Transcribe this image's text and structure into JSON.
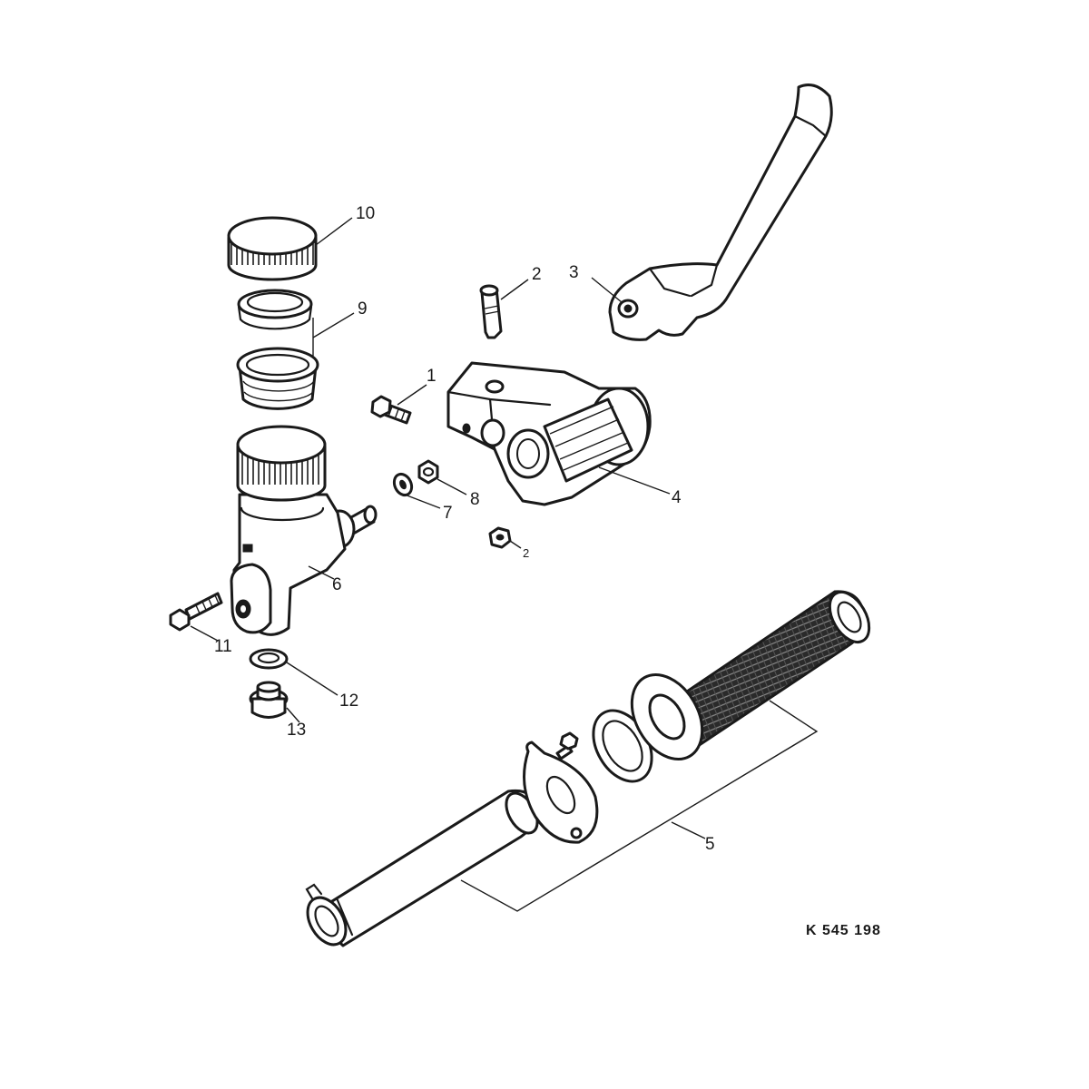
{
  "diagram": {
    "reference_code": "K 545 198",
    "labels": {
      "p1": "1",
      "p2": "2",
      "p2b": "2",
      "p3": "3",
      "p4": "4",
      "p5": "5",
      "p6": "6",
      "p7": "7",
      "p8": "8",
      "p9": "9",
      "p10": "10",
      "p11": "11",
      "p12": "12",
      "p13": "13"
    }
  },
  "colors": {
    "line": "#1a1a1a",
    "background": "#ffffff"
  }
}
